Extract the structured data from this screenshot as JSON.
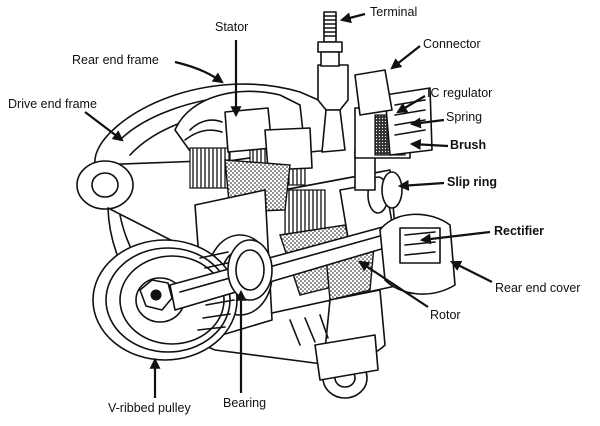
{
  "labels": {
    "terminal": "Terminal",
    "connector": "Connector",
    "stator": "Stator",
    "rear_end_frame": "Rear end frame",
    "drive_end_frame": "Drive end frame",
    "ic_regulator": "IC regulator",
    "spring": "Spring",
    "brush": "Brush",
    "slip_ring": "Slip ring",
    "rectifier": "Rectifier",
    "rear_end_cover": "Rear end cover",
    "rotor": "Rotor",
    "bearing": "Bearing",
    "v_ribbed_pulley": "V-ribbed pulley"
  }
}
